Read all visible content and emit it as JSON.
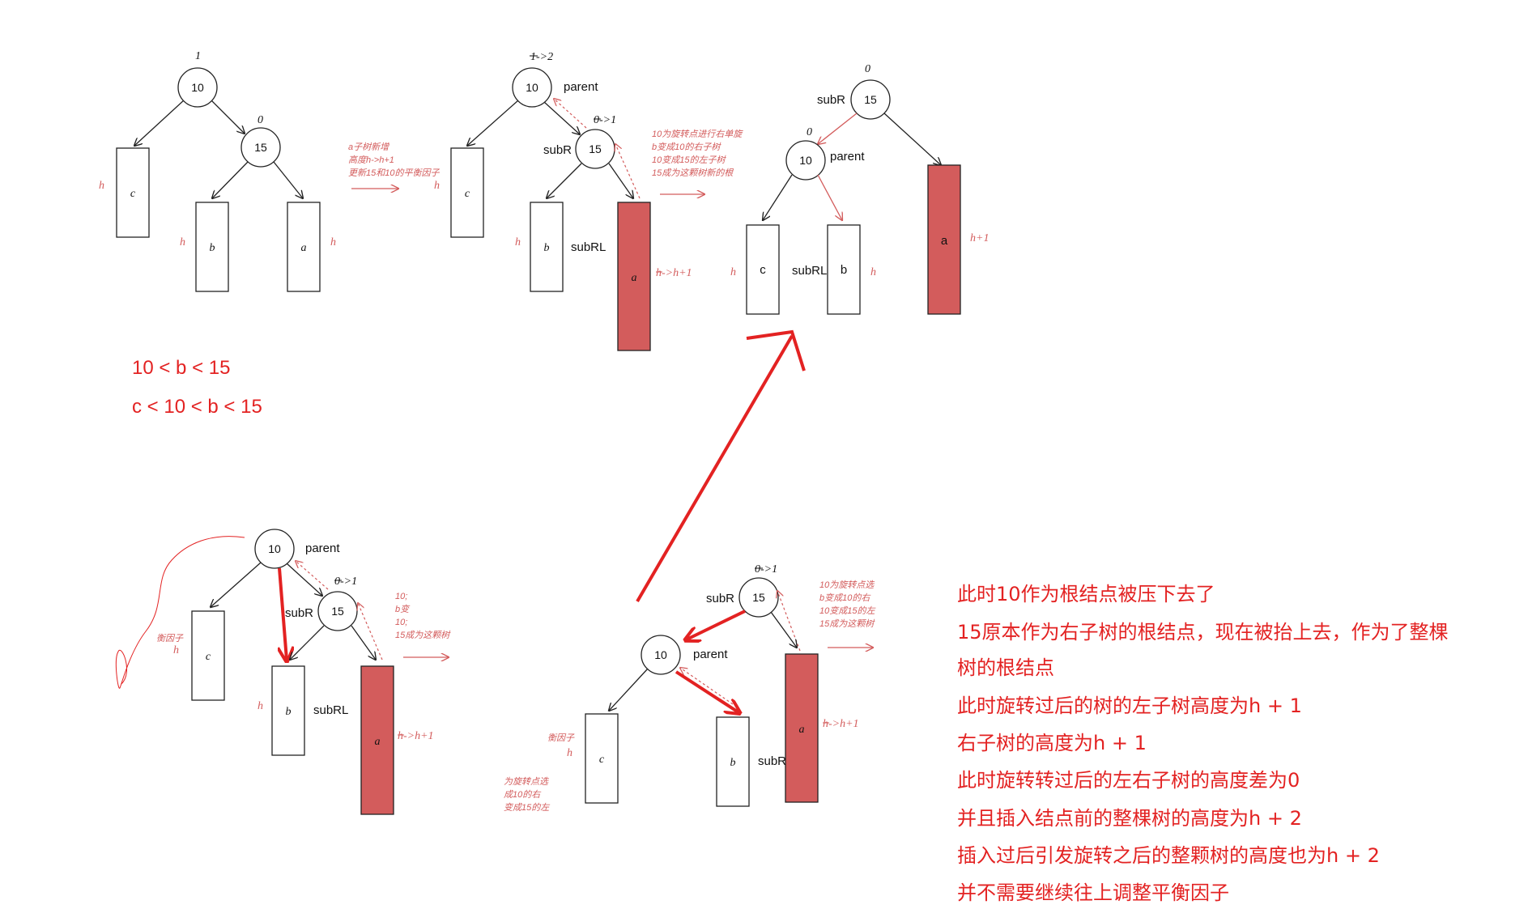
{
  "panel1": {
    "root_bf": "1",
    "root": "10",
    "child_bf": "0",
    "child": "15",
    "box_c": "c",
    "box_b": "b",
    "box_a": "a",
    "h": "h"
  },
  "arrow1_note": [
    "a子树新增",
    "高度h->h+1",
    "更新15和10的平衡因子"
  ],
  "panel2": {
    "root_bf": "1->2",
    "root": "10",
    "parent": "parent",
    "child_bf": "0->1",
    "child": "15",
    "subR": "subR",
    "subRL": "subRL",
    "box_c": "c",
    "box_b": "b",
    "box_a": "a",
    "h": "h",
    "a_height": "h->h+1"
  },
  "arrow2_note": [
    "10为旋转点进行右单旋",
    "b变成10的右子树",
    "10变成15的左子树",
    "15成为这颗树新的根"
  ],
  "panel3": {
    "root_bf": "0",
    "root": "15",
    "subR": "subR",
    "left_bf": "0",
    "left": "10",
    "parent": "parent",
    "box_c": "c",
    "box_b": "b",
    "box_a": "a",
    "subRL": "subRL",
    "h": "h",
    "a_height": "h+1"
  },
  "inequalities": [
    "10 < b < 15",
    "c < 10 < b < 15"
  ],
  "panel4": {
    "root": "10",
    "parent": "parent",
    "child_bf": "0->1",
    "child": "15",
    "subR": "subR",
    "subRL": "subRL",
    "box_c": "c",
    "box_b": "b",
    "box_a": "a",
    "h": "h",
    "a_height": "h->h+1",
    "side_note": "衡因子",
    "cut_note": [
      "10;",
      "b变",
      "10;",
      "15成为这颗树"
    ]
  },
  "panel5": {
    "child_bf": "0->1",
    "top": "15",
    "subR": "subR",
    "left": "10",
    "parent": "parent",
    "box_c": "c",
    "box_b": "b",
    "box_a": "a",
    "subRL": "subRL",
    "h": "h",
    "a_height": "h->h+1",
    "side_note": "衡因子",
    "left_note": [
      "为旋转点选",
      "成10的右",
      "变成15的左"
    ],
    "cut_note": [
      "10为旋转点选",
      "b变成10的右",
      "10变成15的左",
      "15成为这颗树"
    ]
  },
  "notes": [
    "此时10作为根结点被压下去了",
    "15原本作为右子树的根结点，现在被抬上去，作为了整棵",
    "树的根结点",
    "此时旋转过后的树的左子树高度为h + 1",
    "右子树的高度为h + 1",
    "此时旋转转过后的左右子树的高度差为0",
    "并且插入结点前的整棵树的高度为h + 2",
    "插入过后引发旋转之后的整颗树的高度也为h + 2",
    "并不需要继续往上调整平衡因子"
  ],
  "colors": {
    "red_box": "#d35c5c",
    "annotation": "#e32222",
    "note": "#d35c5c"
  }
}
